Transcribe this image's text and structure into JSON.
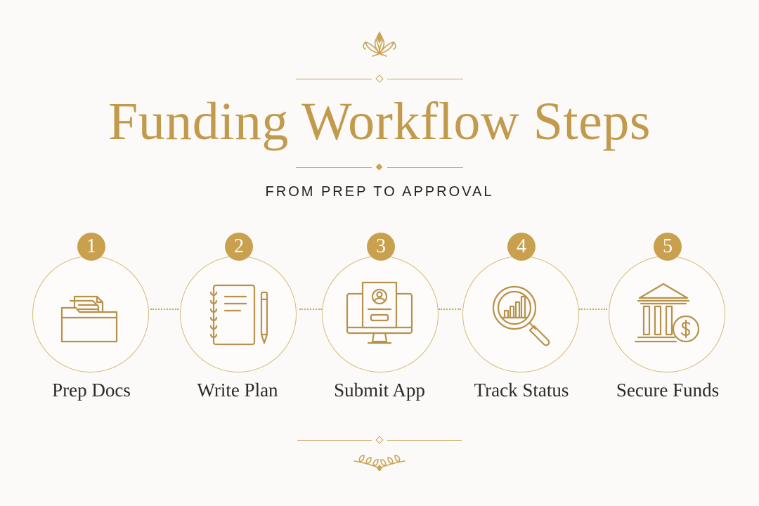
{
  "title": "Funding Workflow Steps",
  "subtitle": "FROM PREP TO APPROVAL",
  "steps": [
    {
      "number": "1",
      "label": "Prep Docs",
      "icon": "folder-documents-icon"
    },
    {
      "number": "2",
      "label": "Write Plan",
      "icon": "notebook-pen-icon"
    },
    {
      "number": "3",
      "label": "Submit App",
      "icon": "monitor-application-icon"
    },
    {
      "number": "4",
      "label": "Track Status",
      "icon": "magnifier-chart-icon"
    },
    {
      "number": "5",
      "label": "Secure Funds",
      "icon": "bank-dollar-icon"
    }
  ],
  "colors": {
    "accent": "#c9a04e",
    "title": "#c19a4c",
    "text": "#2a2a2a",
    "background": "#fbfaf8"
  }
}
